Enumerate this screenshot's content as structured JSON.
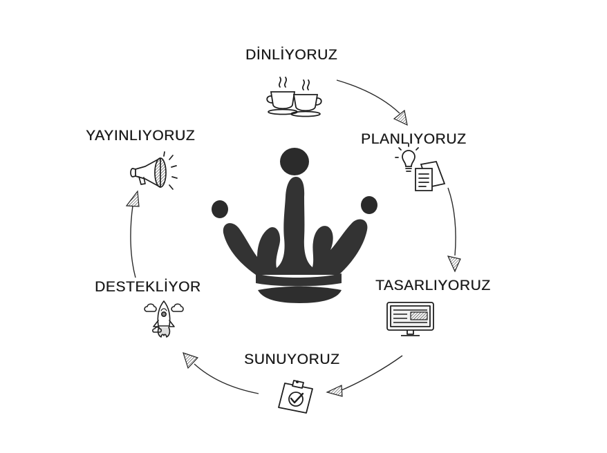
{
  "diagram": {
    "steps": [
      {
        "label": "DİNLİYORUZ",
        "icon": "coffee-cups-icon"
      },
      {
        "label": "PLANLIYORUZ",
        "icon": "lightbulb-documents-icon"
      },
      {
        "label": "TASARLIYORUZ",
        "icon": "monitor-icon"
      },
      {
        "label": "SUNUYORUZ",
        "icon": "clipboard-check-icon"
      },
      {
        "label": "DESTEKLİYOR",
        "icon": "rocket-icon"
      },
      {
        "label": "YAYINLIYORUZ",
        "icon": "megaphone-icon"
      }
    ],
    "center_icon": "crown-logo-icon",
    "colors": {
      "ink": "#1c1c1c",
      "crown": "#333333"
    }
  }
}
